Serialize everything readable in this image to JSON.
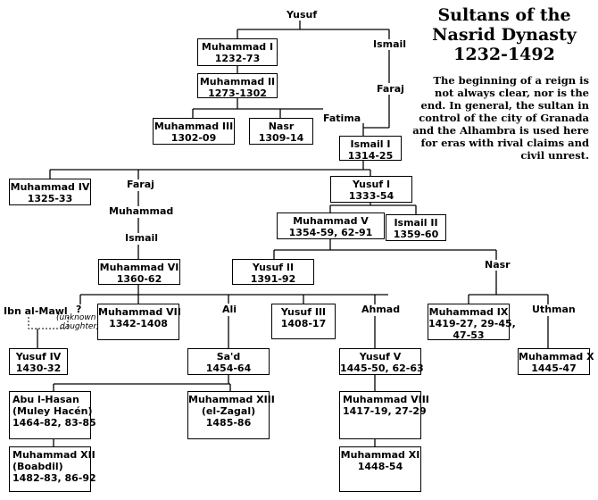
{
  "title": [
    "Sultans of the",
    "Nasrid Dynasty",
    "1232-1492"
  ],
  "note": "The beginning of a reign is not always clear, nor is the end.  In general, the sultan in control of the city of Granada and the Alhambra is used here for eras with rival claims and civil unrest.",
  "names": {
    "yusuf": "Yusuf",
    "ismail_top": "Ismail",
    "faraj_top": "Faraj",
    "fatima": "Fatima",
    "faraj_mid": "Faraj",
    "muhammad": "Muhammad",
    "ismail_mid": "Ismail",
    "ali": "Ali",
    "ahmad": "Ahmad",
    "nasr": "Nasr",
    "uthman": "Uthman",
    "ibn_al_mawl": "Ibn al-Mawl",
    "question": "?",
    "unknown": "(unknown",
    "daughter": "daughter)"
  },
  "sultans": {
    "m1": [
      "Muhammad I",
      "1232-73"
    ],
    "m2": [
      "Muhammad II",
      "1273-1302"
    ],
    "m3": [
      "Muhammad III",
      "1302-09"
    ],
    "nasr": [
      "Nasr",
      "1309-14"
    ],
    "ismail1": [
      "Ismail I",
      "1314-25"
    ],
    "m4": [
      "Muhammad IV",
      "1325-33"
    ],
    "yusuf1": [
      "Yusuf I",
      "1333-54"
    ],
    "m5": [
      "Muhammad V",
      "1354-59, 62-91"
    ],
    "ismail2": [
      "Ismail II",
      "1359-60"
    ],
    "m6": [
      "Muhammad VI",
      "1360-62"
    ],
    "yusuf2": [
      "Yusuf II",
      "1391-92"
    ],
    "m7": [
      "Muhammad VII",
      "1342-1408"
    ],
    "yusuf3": [
      "Yusuf III",
      "1408-17"
    ],
    "m9": [
      "Muhammad IX",
      "1419-27, 29-45,",
      "47-53"
    ],
    "m10": [
      "Muhammad X",
      "1445-47"
    ],
    "yusuf4": [
      "Yusuf IV",
      "1430-32"
    ],
    "sad": [
      "Sa'd",
      "1454-64"
    ],
    "yusuf5": [
      "Yusuf V",
      "1445-50, 62-63"
    ],
    "abulhasan": [
      "Abu l-Hasan",
      "(Muley Hacén)",
      "1464-82, 83-85"
    ],
    "m13": [
      "Muhammad XIII",
      "(el-Zagal)",
      "1485-86"
    ],
    "m8": [
      "Muhammad VIII",
      "1417-19, 27-29"
    ],
    "m12": [
      "Muhammad XII",
      "(Boabdil)",
      "1482-83, 86-92"
    ],
    "m11": [
      "Muhammad XI",
      "1448-54"
    ]
  }
}
